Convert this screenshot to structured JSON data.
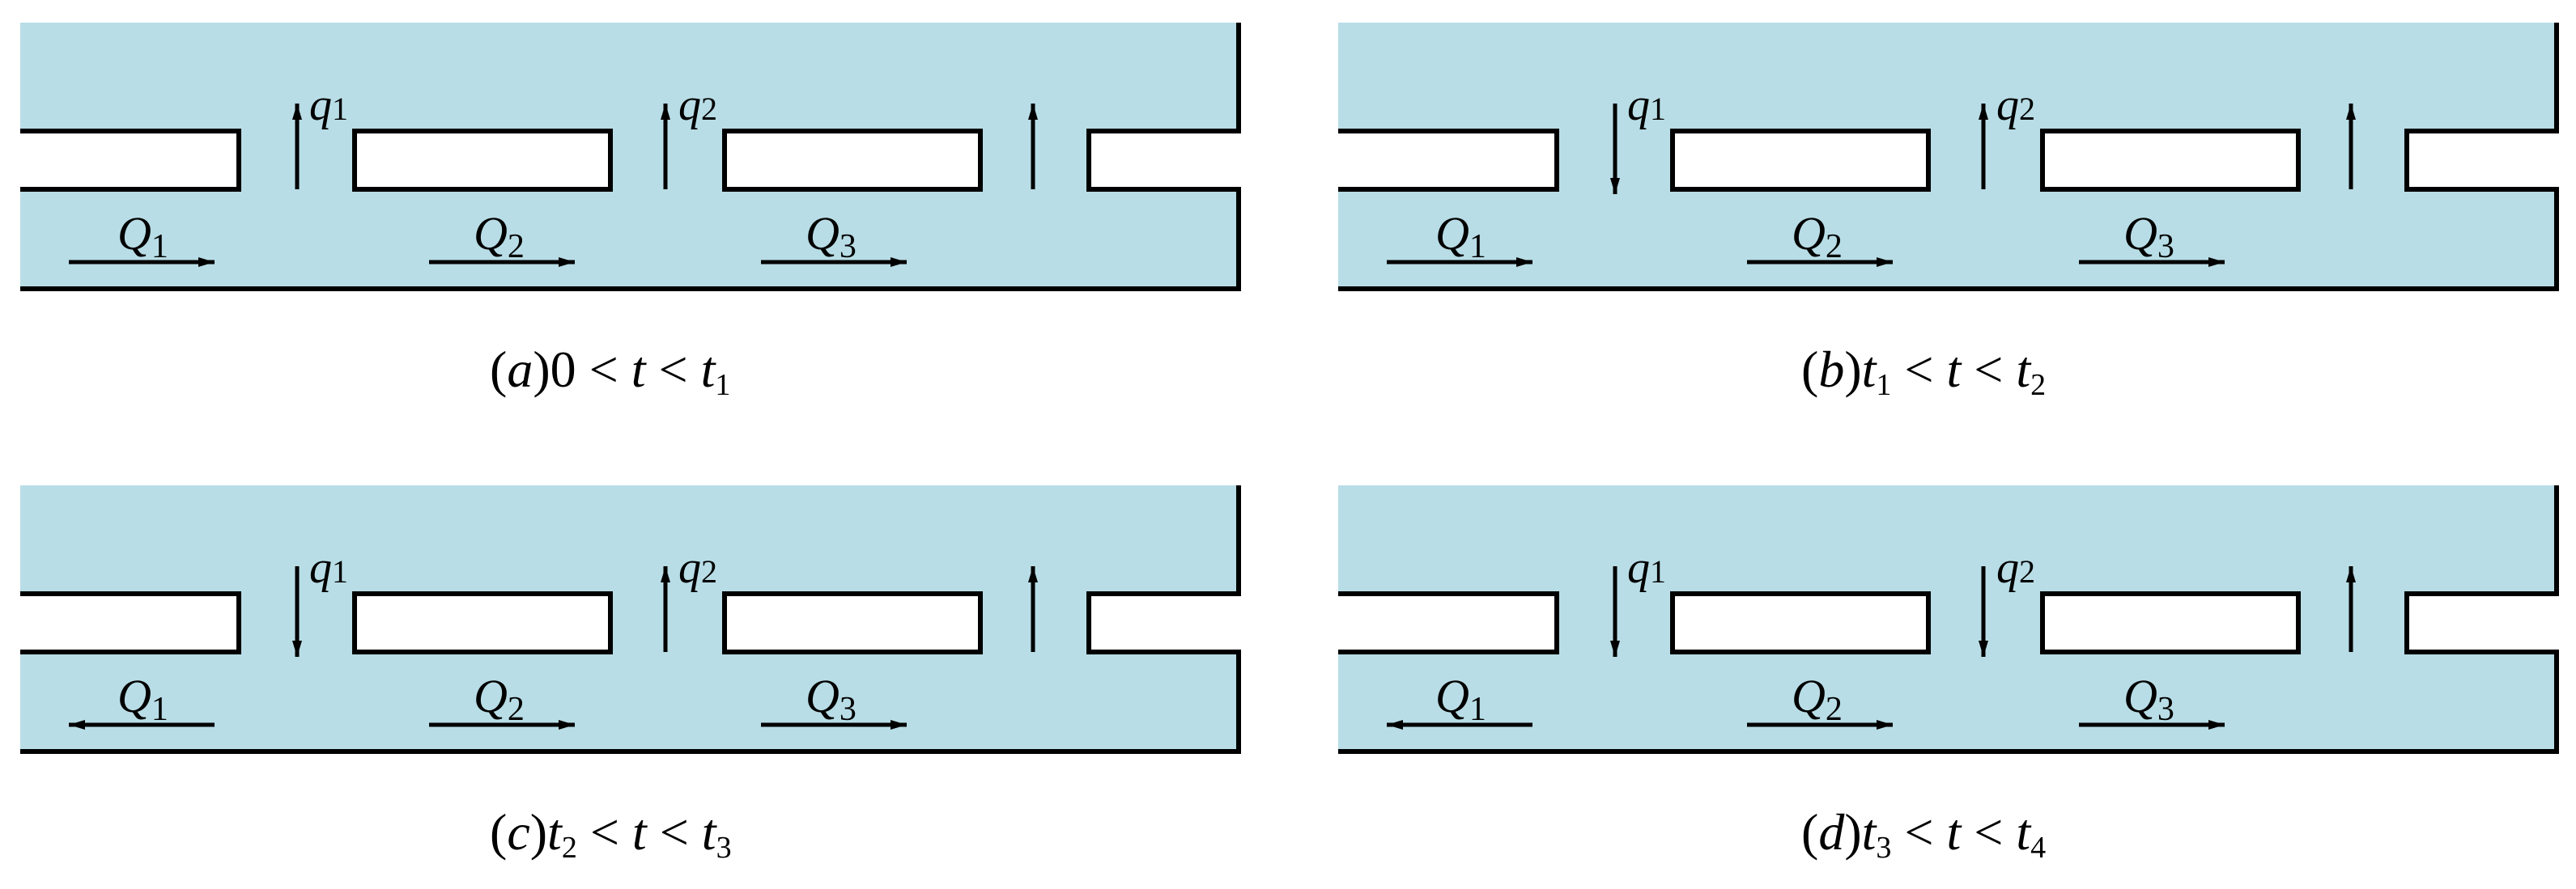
{
  "colors": {
    "water": "#b8dde6",
    "wall": "#000000",
    "background": "#ffffff"
  },
  "panels": [
    {
      "id": "a",
      "letter": "a",
      "condition": [
        [
          "",
          "0"
        ],
        [
          "t",
          ""
        ],
        [
          "t",
          "1"
        ]
      ],
      "Q1_direction": "right",
      "Q2_direction": "right",
      "Q3_direction": "right",
      "q1_direction": "up",
      "q2_direction": "up",
      "q3_direction": "up"
    },
    {
      "id": "b",
      "letter": "b",
      "condition": [
        [
          "t",
          "1"
        ],
        [
          "t",
          ""
        ],
        [
          "t",
          "2"
        ]
      ],
      "Q1_direction": "right",
      "Q2_direction": "right",
      "Q3_direction": "right",
      "q1_direction": "down",
      "q2_direction": "up",
      "q3_direction": "up"
    },
    {
      "id": "c",
      "letter": "c",
      "condition": [
        [
          "t",
          "2"
        ],
        [
          "t",
          ""
        ],
        [
          "t",
          "3"
        ]
      ],
      "Q1_direction": "left",
      "Q2_direction": "right",
      "Q3_direction": "right",
      "q1_direction": "down",
      "q2_direction": "up",
      "q3_direction": "up"
    },
    {
      "id": "d",
      "letter": "d",
      "condition": [
        [
          "t",
          "3"
        ],
        [
          "t",
          ""
        ],
        [
          "t",
          "4"
        ]
      ],
      "Q1_direction": "left",
      "Q2_direction": "right",
      "Q3_direction": "right",
      "q1_direction": "down",
      "q2_direction": "down",
      "q3_direction": "up"
    }
  ],
  "labels": {
    "Q": "Q",
    "q": "q",
    "Q_subs": [
      "1",
      "2",
      "3"
    ],
    "q_subs": [
      "1",
      "2"
    ],
    "lt": "<",
    "open_paren": "(",
    "close_paren": ")"
  }
}
